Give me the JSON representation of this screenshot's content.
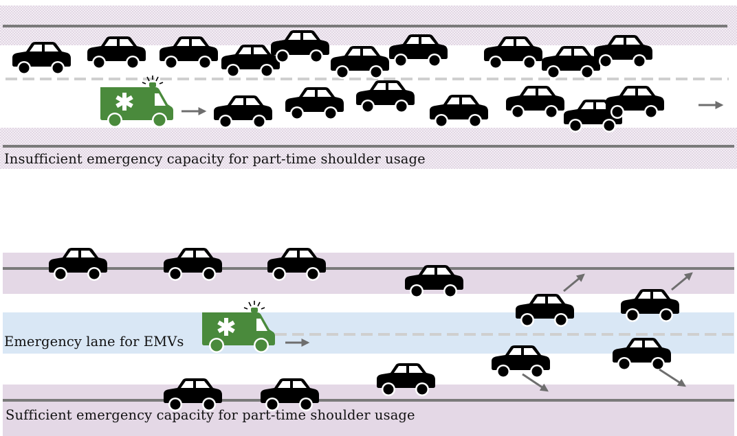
{
  "top_panel": {
    "caption": "Insufficient emergency  capacity for part-time shoulder usage"
  },
  "bottom_panel": {
    "emergency_lane_label": "Emergency lane for EMVs",
    "caption": "Sufficient emergency  capacity for part-time shoulder usage"
  },
  "colors": {
    "shoulder_shade_top": "#ebe3ec",
    "shoulder_shade_bottom": "#e4d8e6",
    "emergency_lane": "#d9e7f5",
    "road_line": "#7a7a7a",
    "lane_dash": "#cfcfcf",
    "car": "#000000",
    "ambulance": "#4a8a3c",
    "arrow": "#6e6e6e"
  },
  "icons": [
    "car-icon",
    "ambulance-icon",
    "arrow-icon"
  ]
}
